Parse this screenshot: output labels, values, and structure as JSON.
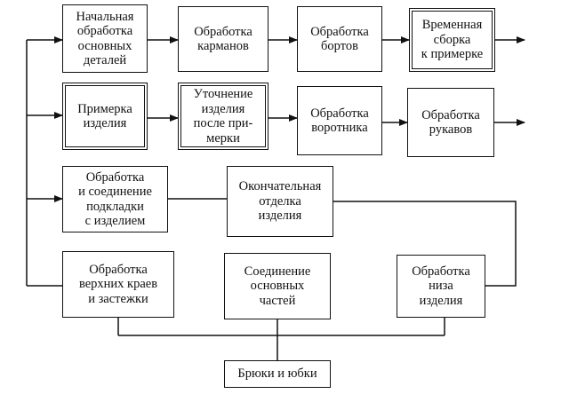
{
  "blocks": {
    "initial": "Начальная\nобработка\nосновных\nдеталей",
    "pockets": "Обработка\nкарманов",
    "sides": "Обработка\nбортов",
    "temp_assembly": "Временная\nсборка\nк примерке",
    "fitting": "Примерка\nизделия",
    "refinement": "Уточнение\nизделия\nпосле при-\nмерки",
    "collar": "Обработка\nворотника",
    "sleeves": "Обработка\nрукавов",
    "lining": "Обработка\nи соединение\nподкладки\nс изделием",
    "final": "Окончательная\nотделка\nизделия",
    "upper_edges": "Обработка\nверхних краев\nи застежки",
    "main_parts": "Соединение\nосновных\nчастей",
    "bottom": "Обработка\nниза\nизделия",
    "trousers": "Брюки и юбки"
  }
}
